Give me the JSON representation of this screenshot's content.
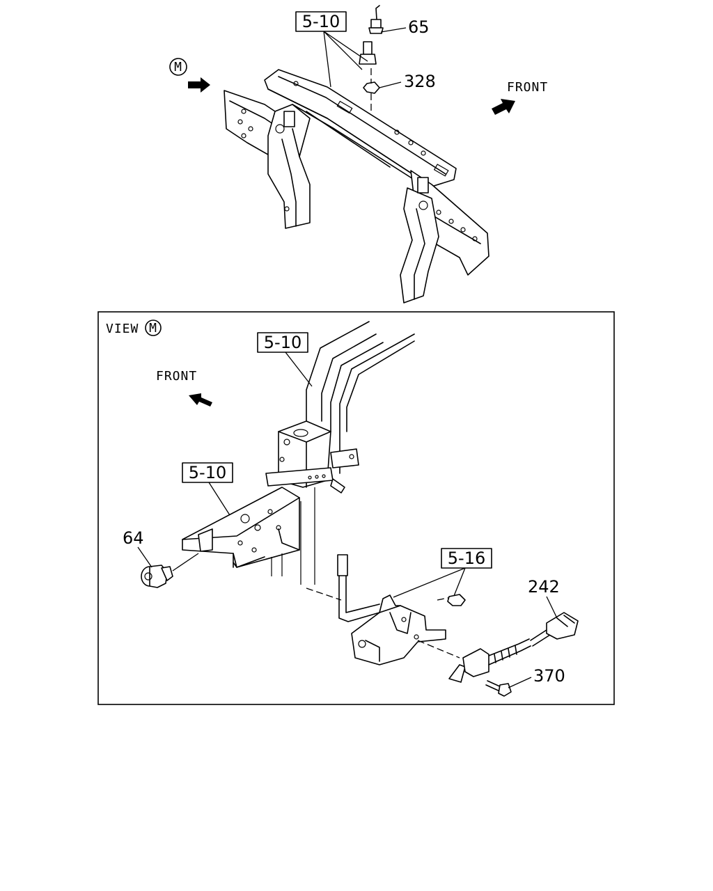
{
  "callouts": {
    "ref_5_10_top": "5-10",
    "part_65": "65",
    "part_328": "328",
    "ref_5_10_view_upper": "5-10",
    "ref_5_10_view_lower": "5-10",
    "ref_5_16": "5-16",
    "part_64": "64",
    "part_242": "242",
    "part_370": "370"
  },
  "labels": {
    "view_marker": "M",
    "view_title": "VIEW",
    "view_title_marker": "M",
    "front_top": "FRONT",
    "front_view": "FRONT"
  }
}
